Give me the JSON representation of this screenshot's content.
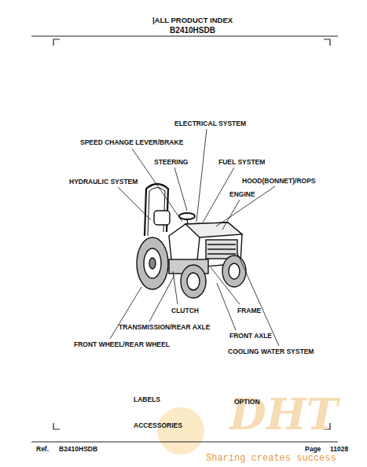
{
  "diagram": {
    "title": "|ALL PRODUCT INDEX",
    "labels": [
      "B2410HSDB",
      "ELECTRICAL SYSTEM",
      "SPEED CHANGE LEVER/BRAKE",
      "STEERING",
      "FUEL SYSTEM",
      "HYDRAULIC SYSTEM",
      "HOOD(BONNET)/ROPS",
      "ENGINE",
      "CLUTCH",
      "FRAME",
      "TRANSMISSION/REAR AXLE",
      "FRONT AXLE",
      "FRONT WHEEL/REAR WHEEL",
      "COOLING WATER SYSTEM",
      "LABELS",
      "OPTION",
      "ACCESSORIES",
      "Ref.",
      "B2410HSDB",
      "Page",
      "11028",
      "DHT",
      "Sharing creates success"
    ]
  }
}
